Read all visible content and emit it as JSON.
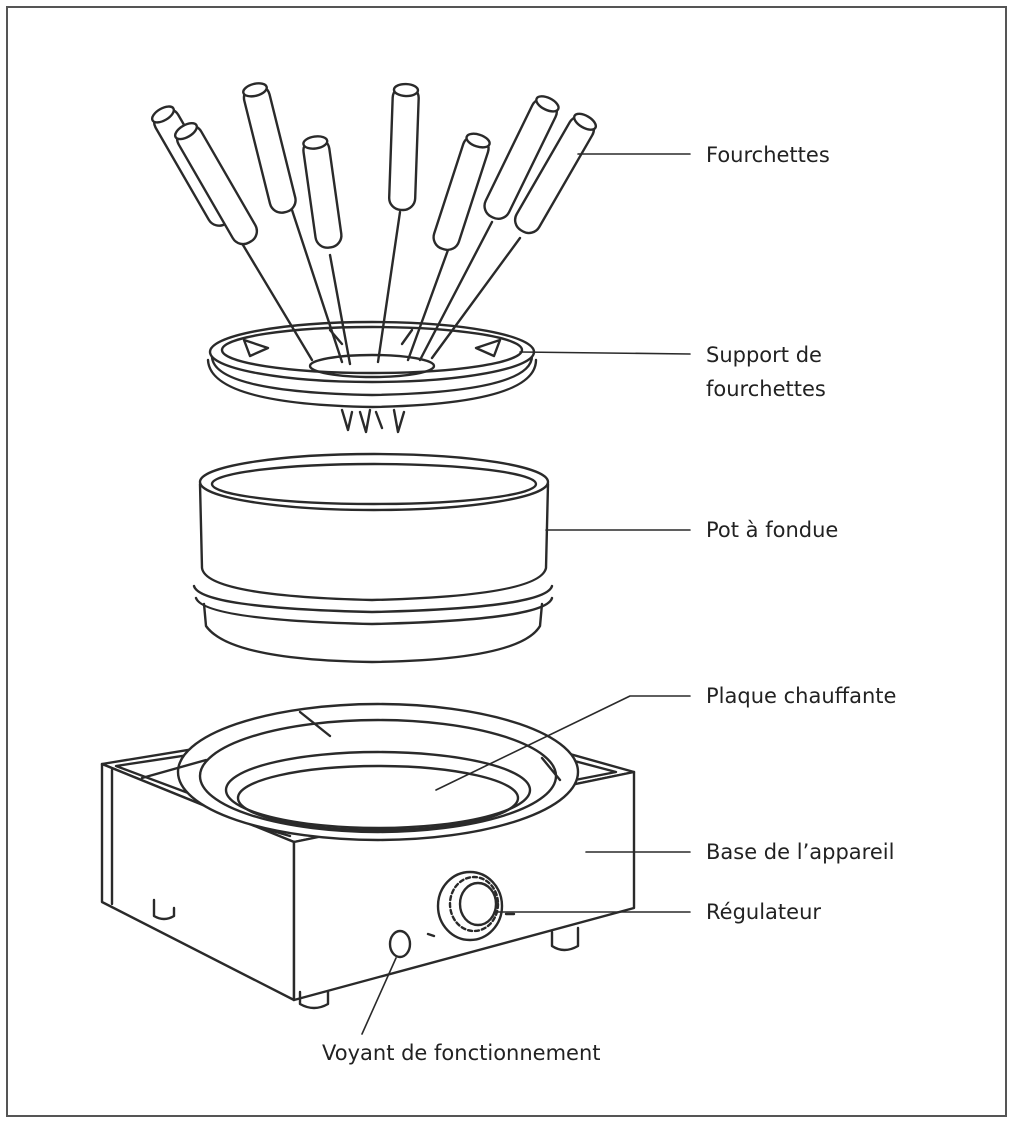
{
  "labels": {
    "forks": "Fourchettes",
    "fork_holder_line1": "Support de",
    "fork_holder_line2": "fourchettes",
    "pot": "Pot à fondue",
    "hot_plate": "Plaque chauffante",
    "base": "Base de l’appareil",
    "regulator": "Régulateur",
    "indicator": "Voyant de fonctionnement"
  },
  "colors": {
    "stroke": "#2a2a2a",
    "frame": "#555555",
    "fill": "#ffffff"
  }
}
